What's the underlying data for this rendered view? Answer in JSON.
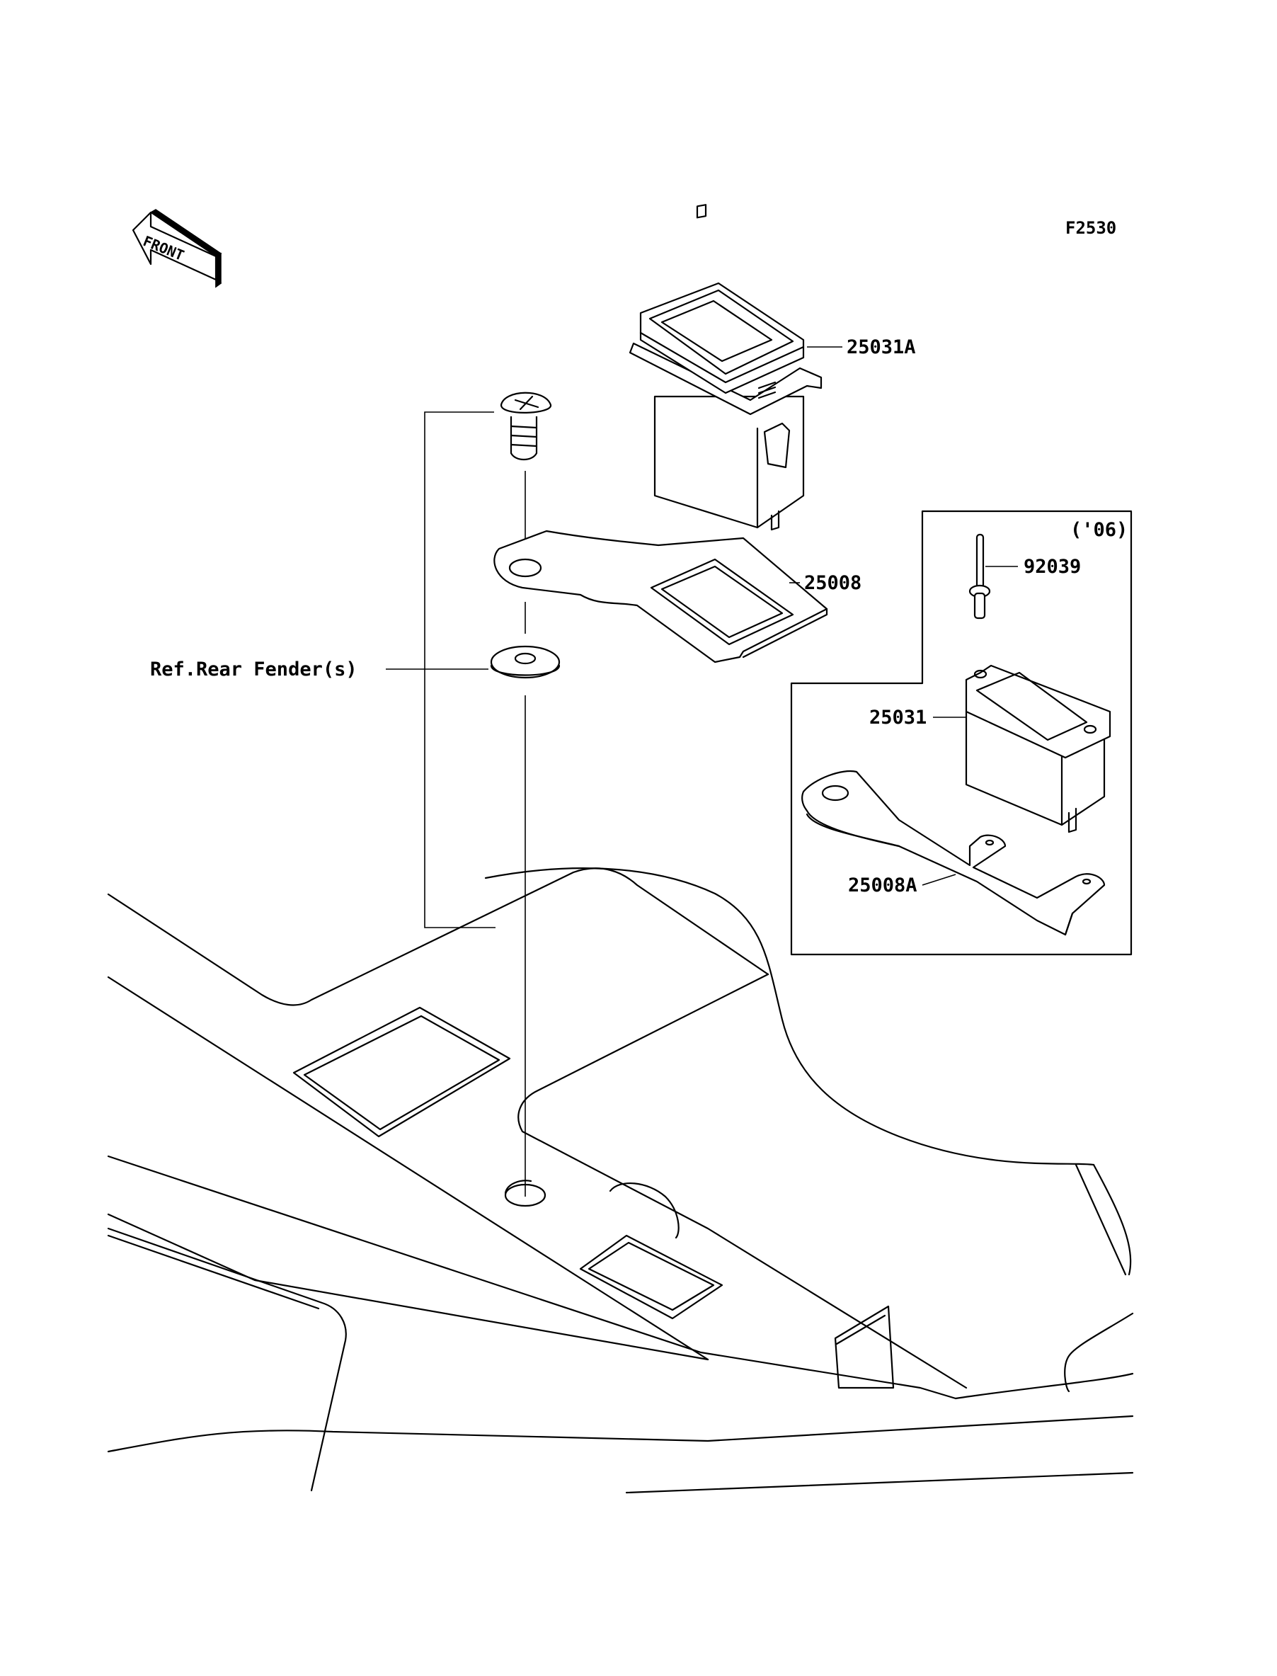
{
  "figure_code": "F2530",
  "front_arrow_text": "FRONT",
  "inset_note": "('06)",
  "callouts": {
    "hour_meter_a": "25031A",
    "bracket": "25008",
    "reference": "Ref.Rear Fender(s)",
    "rivet": "92039",
    "hour_meter": "25031",
    "bracket_a": "25008A"
  }
}
